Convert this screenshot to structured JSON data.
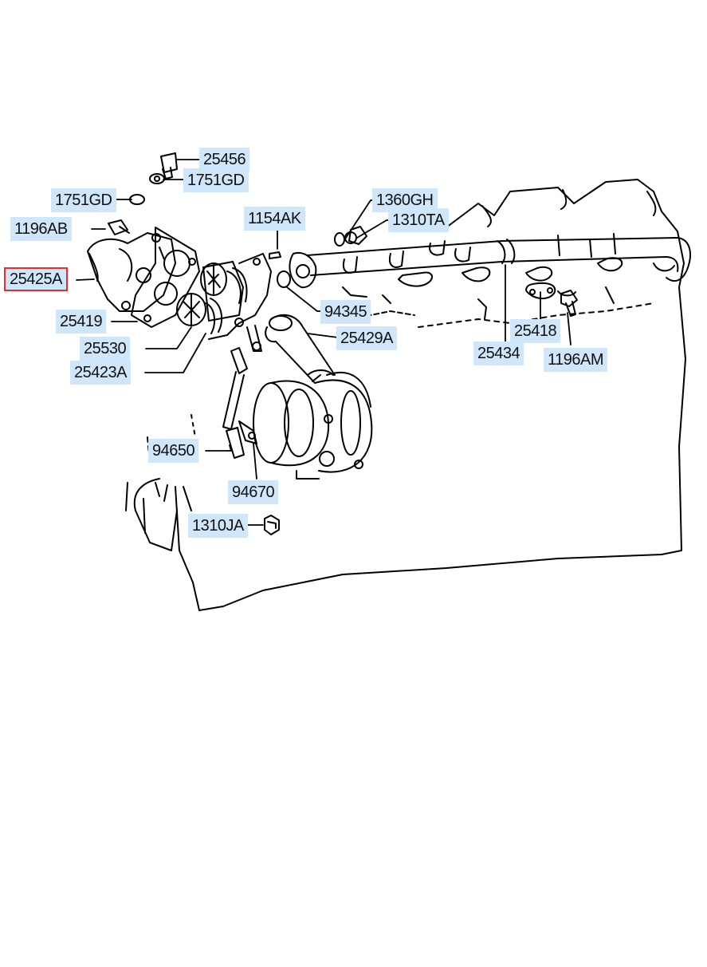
{
  "diagram": {
    "selected_part": "25425A",
    "labels": {
      "p25456": "25456",
      "p1751GD_top": "1751GD",
      "p1751GD_left": "1751GD",
      "p1360GH": "1360GH",
      "p1310TA": "1310TA",
      "p1154AK": "1154AK",
      "p1196AB": "1196AB",
      "p25425A": "25425A",
      "p94345": "94345",
      "p25419": "25419",
      "p25429A": "25429A",
      "p25418": "25418",
      "p25530": "25530",
      "p25434": "25434",
      "p1196AM": "1196AM",
      "p25423A": "25423A",
      "p94650": "94650",
      "p94670": "94670",
      "p1310JA": "1310JA"
    }
  }
}
